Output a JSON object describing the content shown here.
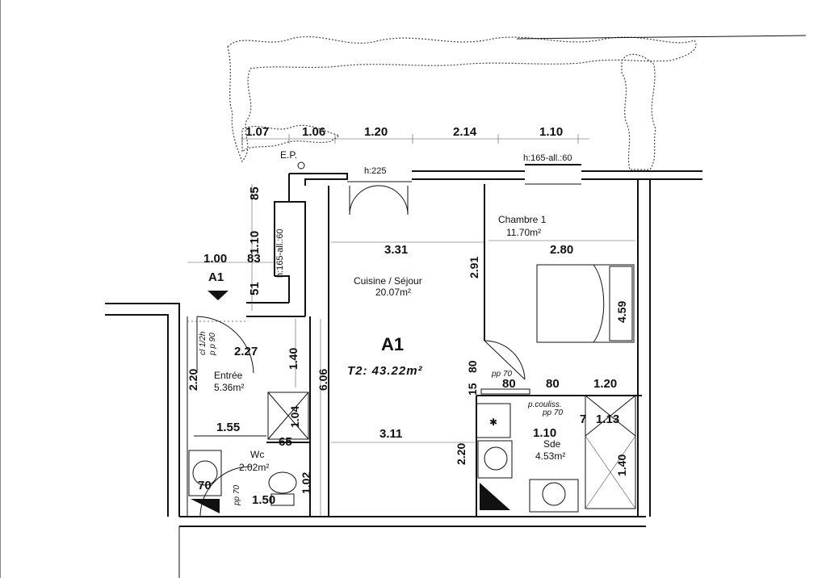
{
  "plan": {
    "ep_label": "E.P.",
    "top_dims": [
      "1.07",
      "1.06",
      "1.20",
      "2.14",
      "1.10"
    ],
    "window_living": "h:225",
    "window_bedroom": "h:165-all.:60",
    "window_left": "h:165-all.:60",
    "left_dims": {
      "d85": "85",
      "d110": "1.10",
      "d83": "83",
      "d51": "51",
      "d100": "1.00"
    },
    "section_marker": "A1",
    "apartment": {
      "code": "A1",
      "summary": "T2: 43.22m²"
    },
    "rooms": {
      "sejour": {
        "name": "Cuisine / Séjour",
        "area": "20.07m²"
      },
      "chambre": {
        "name": "Chambre 1",
        "area": "11.70m²"
      },
      "entree": {
        "name": "Entrée",
        "area": "5.36m²"
      },
      "wc": {
        "name": "Wc",
        "area": "2.02m²"
      },
      "sde": {
        "name": "Sde",
        "area": "4.53m²"
      }
    },
    "interior_dims": {
      "d331": "3.31",
      "d291": "2.91",
      "d280": "2.80",
      "d459": "4.59",
      "d227": "2.27",
      "d140a": "1.40",
      "d606": "6.06",
      "d220a": "2.20",
      "d80a": "80",
      "d15": "15",
      "d80b": "80",
      "d80c": "80",
      "d120": "1.20",
      "d7": "7",
      "d113": "1.13",
      "d104": "1.04",
      "d65": "65",
      "d155": "1.55",
      "d311": "3.11",
      "d110b": "1.10",
      "d220b": "2.20",
      "d140b": "1.40",
      "d102": "1.02",
      "d70": "70",
      "d150": "1.50"
    },
    "notes": {
      "door_entry_1": "cl 1/2h",
      "door_entry_2": "p p 90",
      "door_bed": "pp 70",
      "door_sde_1": "p.couliss.",
      "door_sde_2": "pp 70",
      "door_wc": "pp 70"
    }
  }
}
